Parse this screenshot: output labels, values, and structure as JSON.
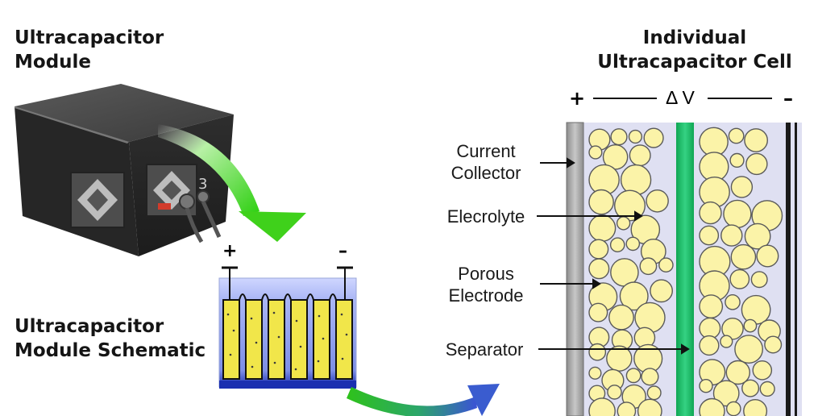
{
  "module": {
    "title_line1": "Ultracapacitor",
    "title_line2": "Module",
    "side_number": "3"
  },
  "schematic": {
    "title_line1": "Ultracapacitor",
    "title_line2": "Module Schematic",
    "plus": "+",
    "minus": "–"
  },
  "cell": {
    "title_line1": "Individual",
    "title_line2": "Ultracapacitor Cell",
    "plus": "+",
    "minus": "–",
    "voltage": "Δ V"
  },
  "labels": {
    "collector_line1": "Current",
    "collector_line2": "Collector",
    "electrolyte": "Elecrolyte",
    "electrode_line1": "Porous",
    "electrode_line2": "Electrode",
    "separator": "Separator"
  },
  "colors": {
    "arrow_green": "#3fd11b",
    "arrow_blue": "#3a5ccf",
    "separator_green": "#1fbf6e",
    "particle_fill": "#fbf3a8",
    "electrolyte_bg": "#dfe0f2"
  }
}
